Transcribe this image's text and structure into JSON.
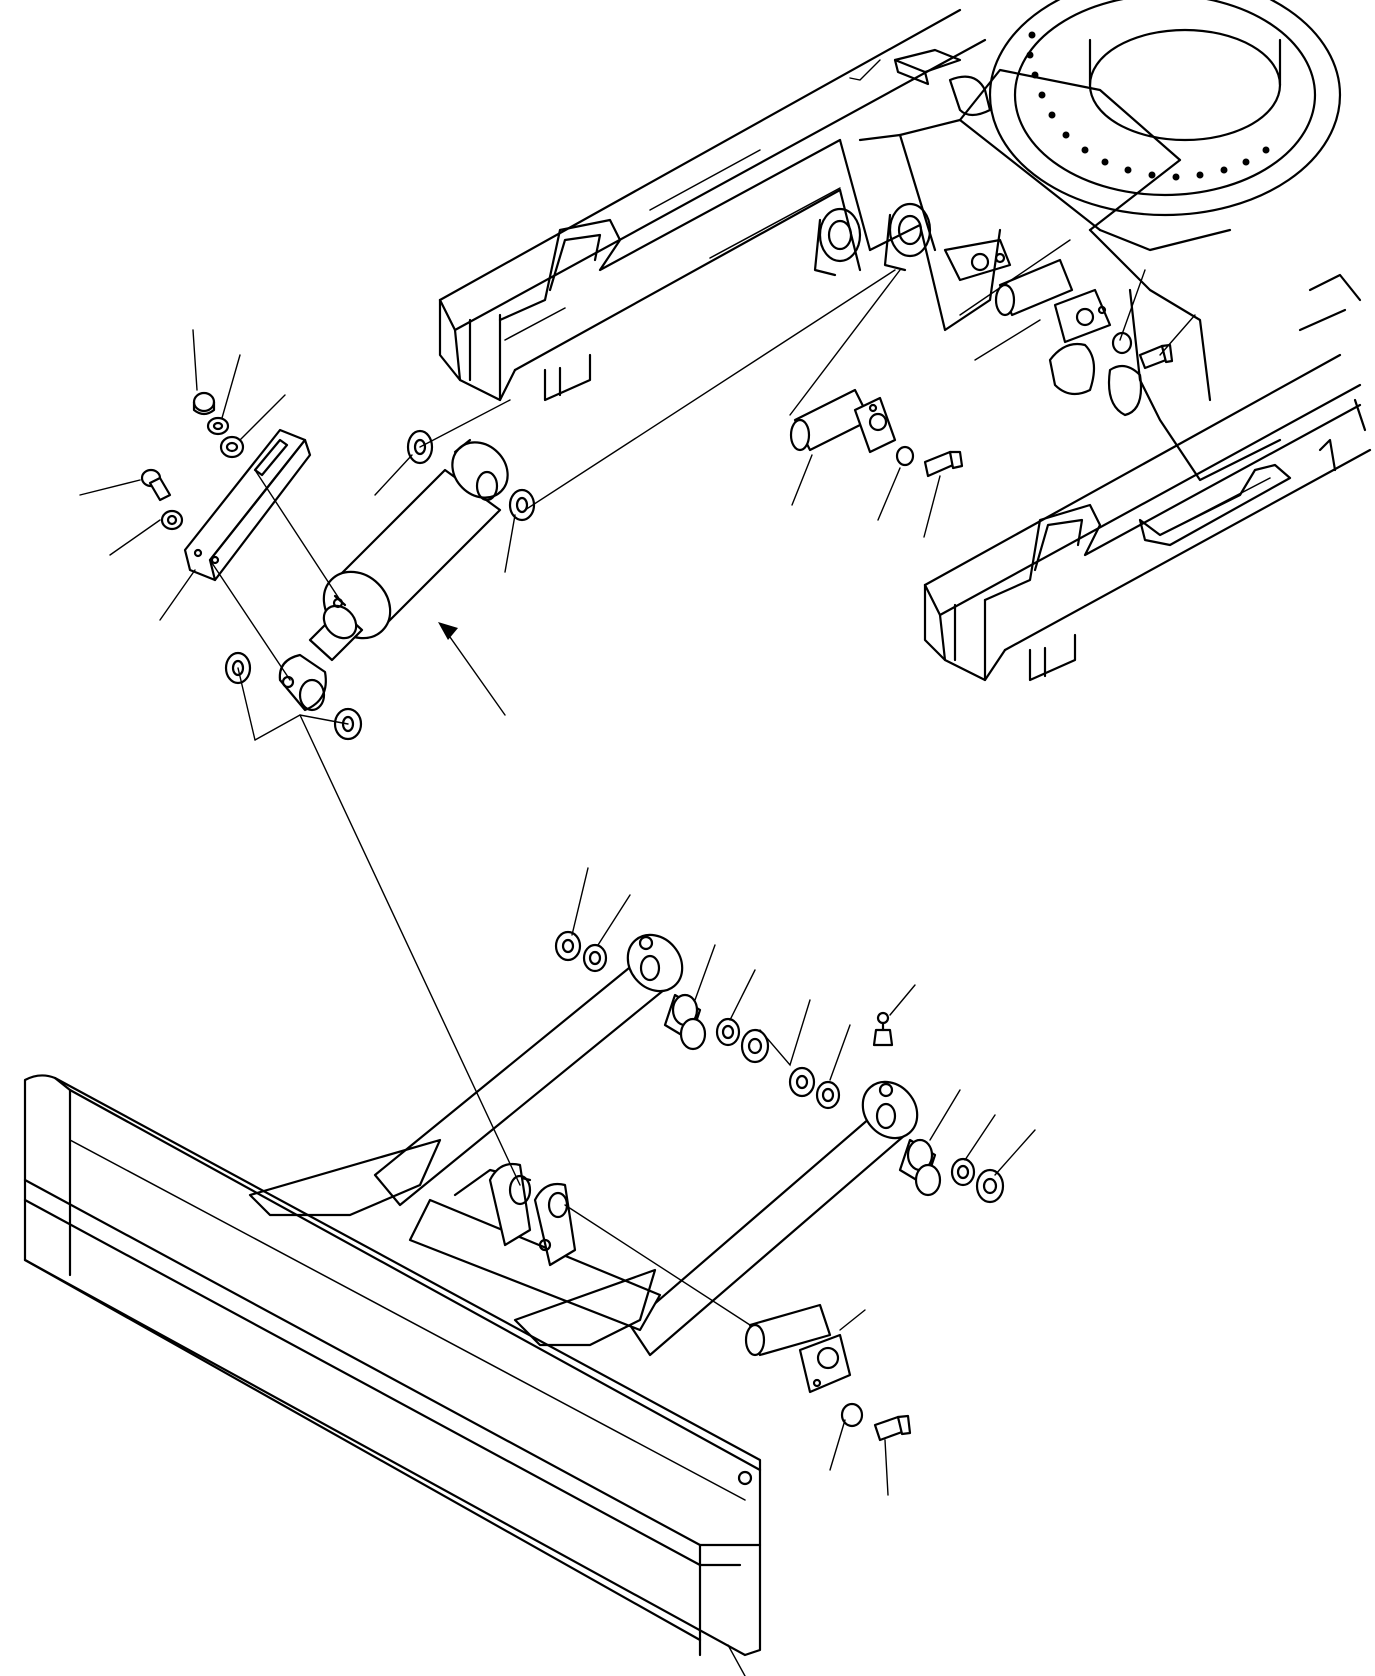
{
  "drawing": {
    "type": "exploded parts diagram",
    "text_labels": [],
    "assemblies": [
      {
        "id": "undercarriage-frame"
      },
      {
        "id": "blade-cylinder"
      },
      {
        "id": "blade-cylinder-guard-plate"
      },
      {
        "id": "blade-lift-arms"
      },
      {
        "id": "blade"
      },
      {
        "id": "pin-upper-left"
      },
      {
        "id": "pin-upper-right"
      },
      {
        "id": "pin-lower"
      }
    ]
  }
}
